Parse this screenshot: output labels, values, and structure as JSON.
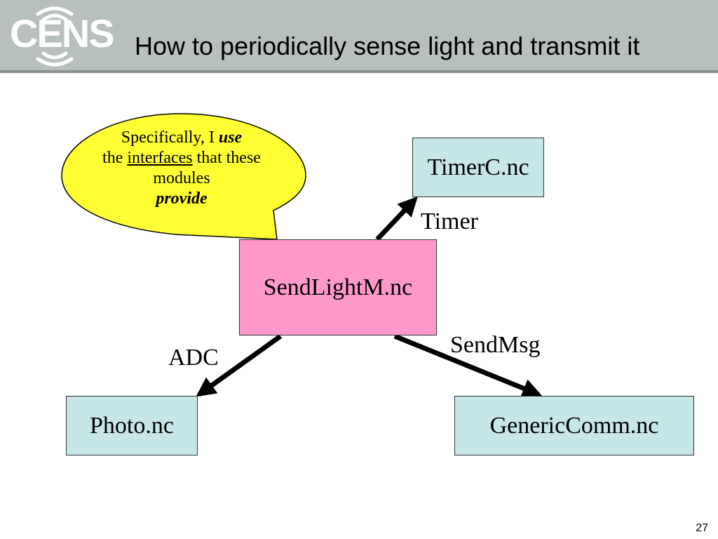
{
  "header": {
    "logo_text": "CENS",
    "title": "How to periodically sense light and transmit it"
  },
  "callout": {
    "part1": "Specifically, I ",
    "use": "use",
    "part2": "the ",
    "interfaces": "interfaces",
    "part3": " that these modules ",
    "provide": "provide"
  },
  "modules": {
    "timerc": "TimerC.nc",
    "sendlight": "SendLightM.nc",
    "photo": "Photo.nc",
    "genericcomm": "GenericComm.nc"
  },
  "interfaces": {
    "timer": "Timer",
    "adc": "ADC",
    "sendmsg": "SendMsg"
  },
  "slide_number": "27",
  "colors": {
    "header_bg": "#b8bfbf",
    "module_blue": "#c6e6e8",
    "module_pink": "#ff99cc",
    "callout_yellow": "#ffff33"
  }
}
